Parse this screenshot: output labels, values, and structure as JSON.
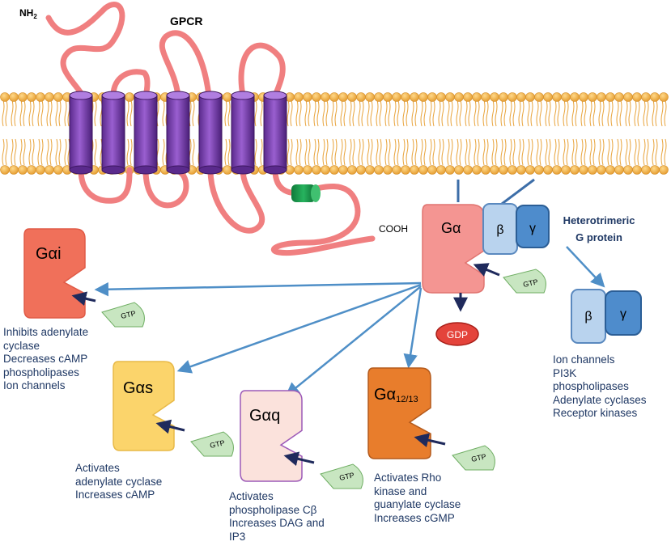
{
  "receptor": {
    "label": "GPCR",
    "n_terminus": "NH",
    "n_terminus_sub": "2",
    "c_terminus": "COOH"
  },
  "g_protein": {
    "alpha": "Gα",
    "beta": "β",
    "gamma": "γ",
    "label_line1": "Heterotrimeric",
    "label_line2": "G protein",
    "gtp": "GTP",
    "gdp": "GDP"
  },
  "beta_gamma_effects": [
    "Ion channels",
    "PI3K",
    "phospholipases",
    "Adenylate cyclases",
    "Receptor kinases"
  ],
  "subunits": [
    {
      "name": "Gαi",
      "color": "#f0705a",
      "gtp": "GTP",
      "effects": [
        "Inhibits adenylate",
        "cyclase",
        "Decreases cAMP",
        "phospholipases",
        "Ion channels"
      ]
    },
    {
      "name": "Gαs",
      "color": "#fbd46b",
      "gtp": "GTP",
      "effects": [
        "Activates",
        "adenylate cyclase",
        "Increases cAMP"
      ]
    },
    {
      "name": "Gαq",
      "color": "#fbe2dc",
      "gtp": "GTP",
      "effects": [
        "Activates",
        "phospholipase Cβ",
        "Increases DAG and",
        "IP3"
      ]
    },
    {
      "name": "Gα",
      "name_sub": "12/13",
      "color": "#e87d2c",
      "gtp": "GTP",
      "effects": [
        "Activates Rho",
        "kinase and",
        "guanylate cyclase",
        "Increases cGMP"
      ]
    }
  ]
}
